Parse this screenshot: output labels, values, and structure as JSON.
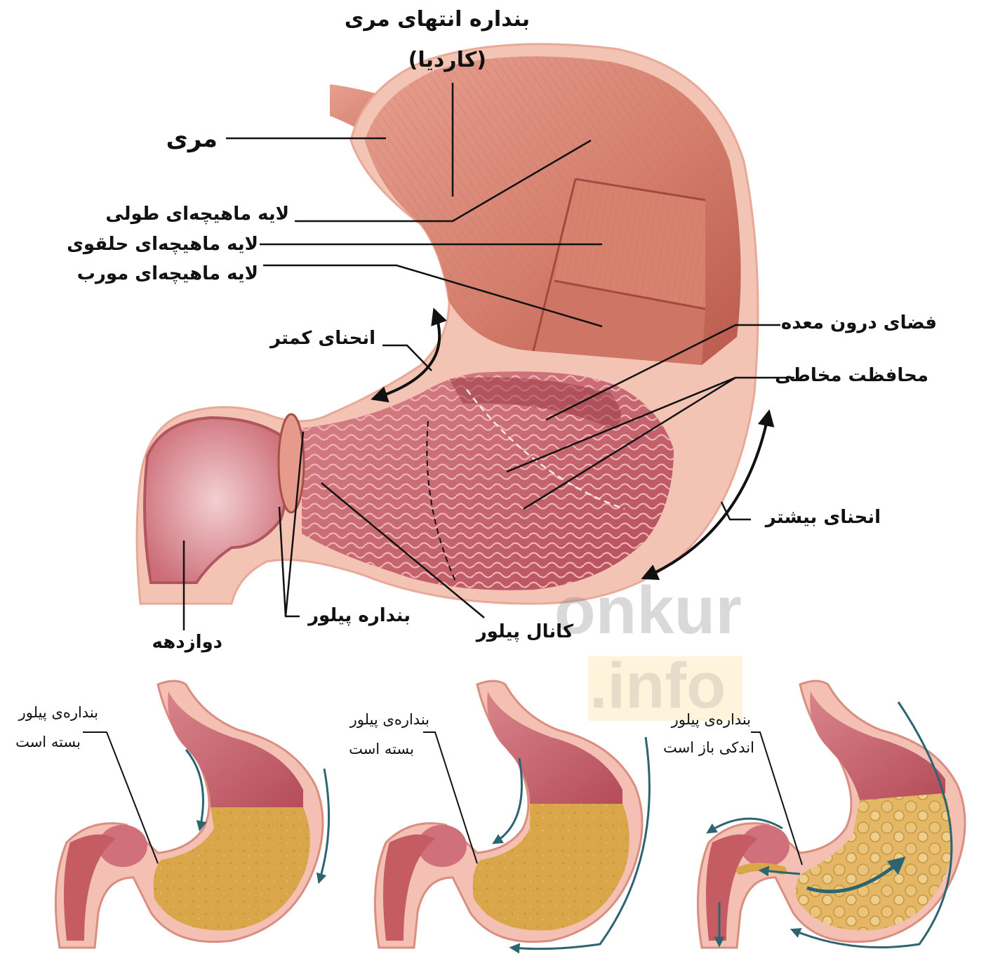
{
  "labels": {
    "les_sphincter_line1": "بنداره انتهای مری",
    "les_sphincter_line2": "(کاردیا)",
    "esophagus": "مری",
    "longitudinal_layer": "لایه ماهیچه‌ای طولی",
    "circular_layer": "لایه ماهیچه‌ای حلقوی",
    "oblique_layer": "لایه ماهیچه‌ای مورب",
    "lesser_curvature": "انحنای کمتر",
    "stomach_lumen": "فضای درون معده",
    "mucosal_folds": "محافظت مخاطی",
    "greater_curvature": "انحنای بیشتر",
    "duodenum": "دوازدهه",
    "pyloric_sphincter": "بنداره پیلور",
    "pyloric_canal": "کانال پیلور"
  },
  "stages": [
    {
      "line1": "بنداره‌ی پیلور",
      "line2": "بسته است"
    },
    {
      "line1": "بنداره‌ی پیلور",
      "line2": "بسته است"
    },
    {
      "line1": "بنداره‌ی پیلور",
      "line2": "اندکی باز است"
    }
  ],
  "watermark": {
    "word": "onkur",
    "suffix": ".info"
  },
  "colors": {
    "muscle": "#d9806f",
    "muscle_dark": "#b8594c",
    "mucosa": "#c65c63",
    "wall_light": "#f2c9bd",
    "chyme": "#dba94c",
    "arrow_teal": "#2c6470",
    "line": "#111111"
  }
}
